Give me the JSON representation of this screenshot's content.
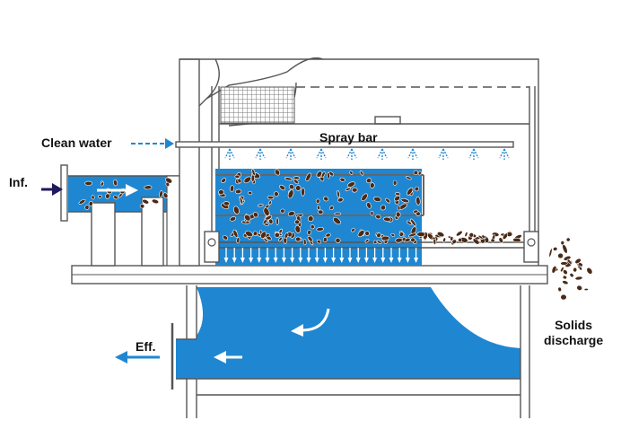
{
  "labels": {
    "clean_water": "Clean water",
    "spray_bar": "Spray bar",
    "influent": "Inf.",
    "effluent": "Eff.",
    "solids_line1": "Solids",
    "solids_line2": "discharge"
  },
  "colors": {
    "water": "#1f87d1",
    "frame": "#555555",
    "solids": "#4a2a16",
    "arrow_dark": "#1e1a5e",
    "arrow_blue": "#1f87d1",
    "mesh": "#888888"
  }
}
